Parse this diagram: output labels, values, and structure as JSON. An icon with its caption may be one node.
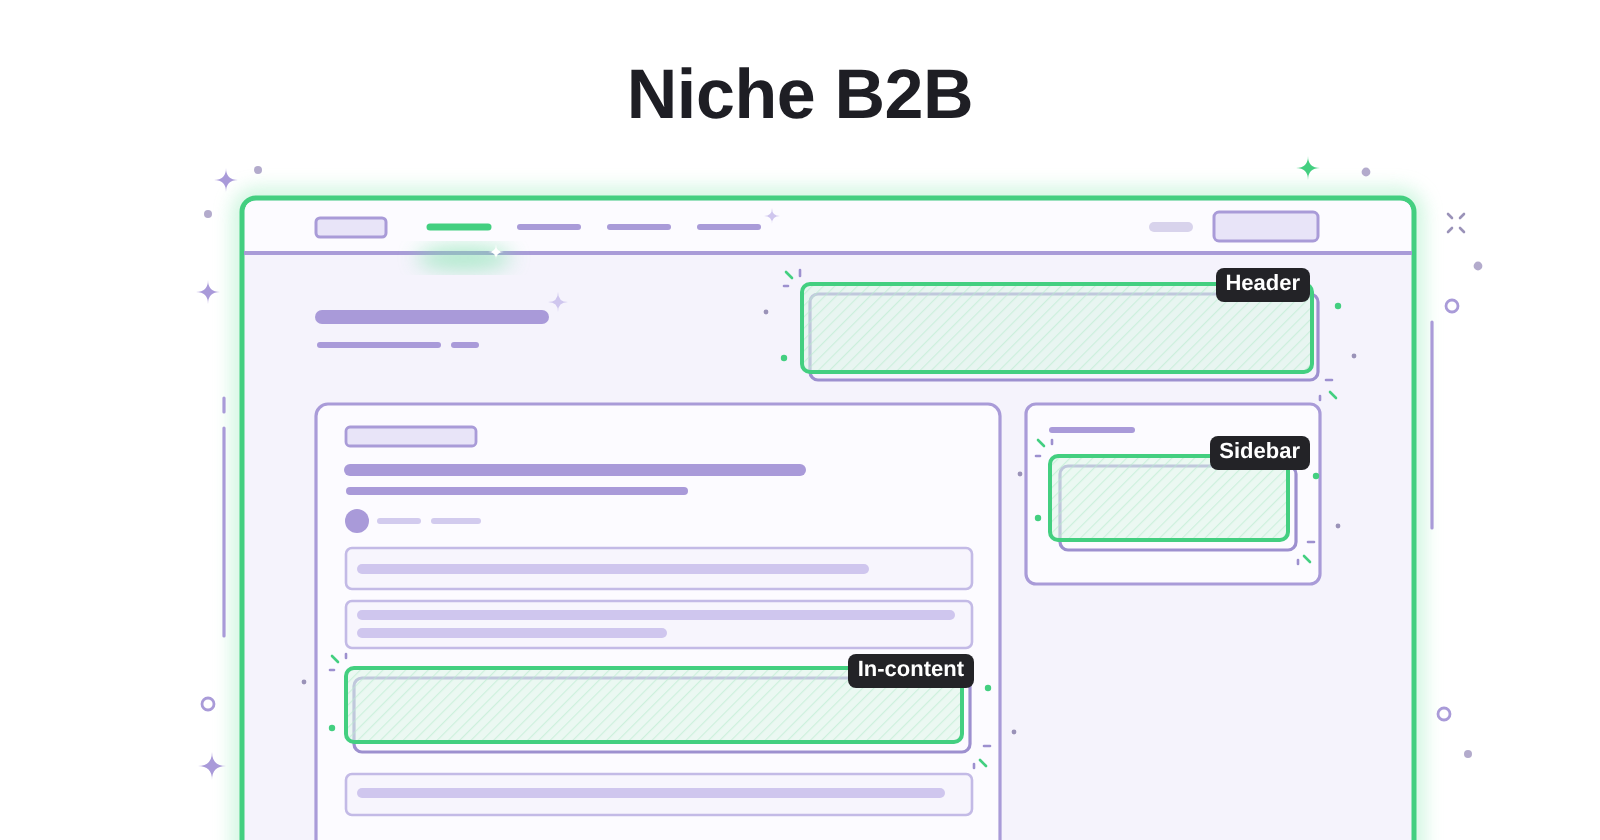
{
  "diagram": {
    "title": "Niche B2B",
    "nodes": [
      {
        "text": [
          "Header"
        ]
      },
      {
        "text": [
          "Sidebar"
        ]
      },
      {
        "text": [
          "In-content"
        ]
      }
    ]
  }
}
